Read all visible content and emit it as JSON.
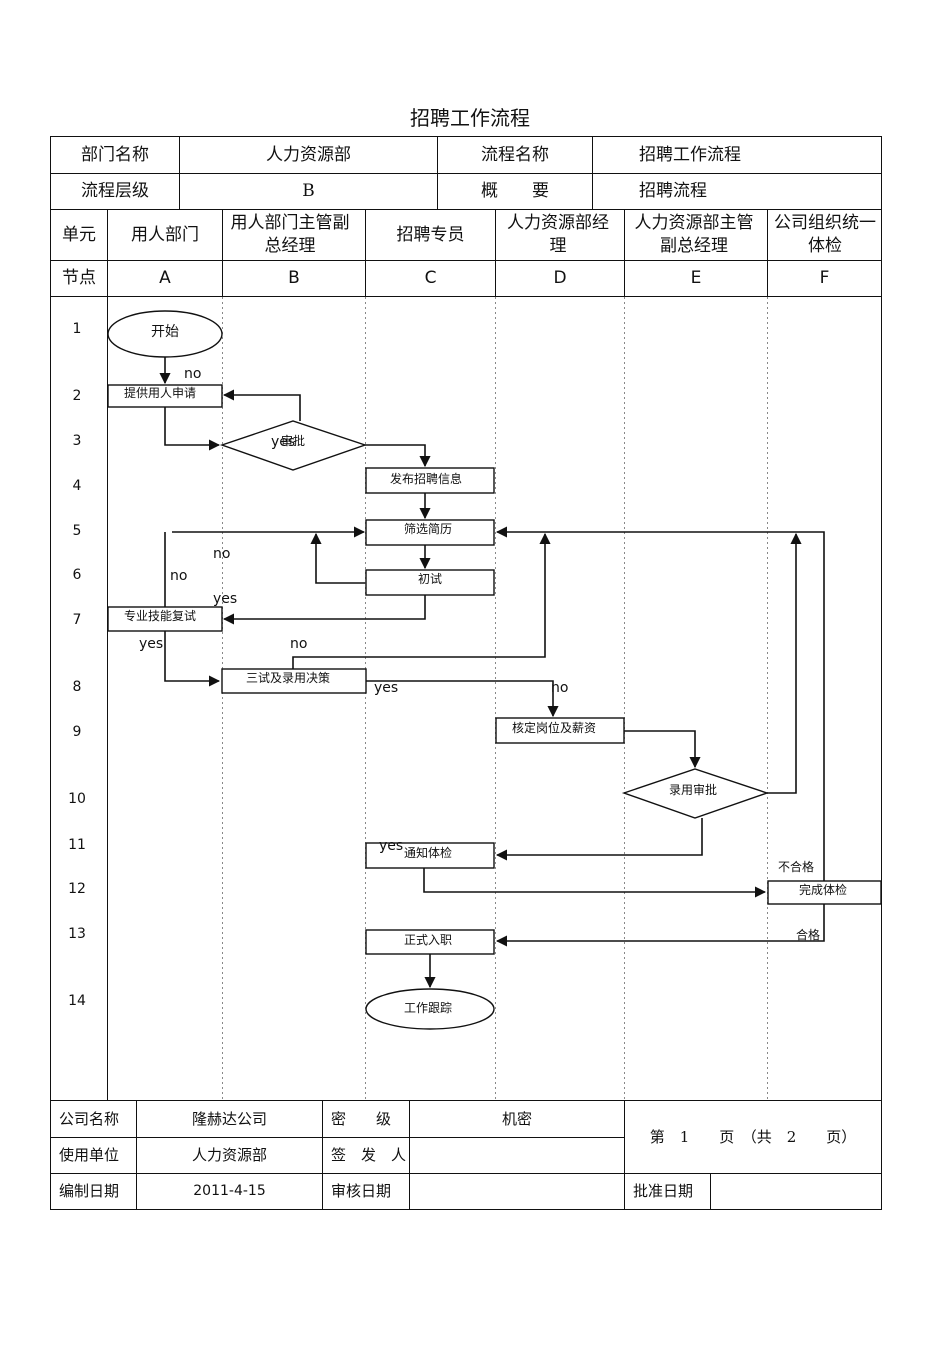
{
  "title": "招聘工作流程",
  "header": {
    "dept_label": "部门名称",
    "dept_value": "人力资源部",
    "flow_label": "流程名称",
    "flow_value": "招聘工作流程",
    "level_label": "流程层级",
    "level_value": "B",
    "summary_label": "概　　要",
    "summary_value": "招聘流程"
  },
  "columns": {
    "unit_label": "单元",
    "node_label": "节点",
    "units": [
      "用人部门",
      "用人部门主管副总经理",
      "招聘专员",
      "人力资源部经理",
      "人力资源部主管副总经理",
      "公司组织统一体检"
    ],
    "codes": [
      "A",
      "B",
      "C",
      "D",
      "E",
      "F"
    ]
  },
  "rows": [
    "1",
    "2",
    "3",
    "4",
    "5",
    "6",
    "7",
    "8",
    "9",
    "10",
    "11",
    "12",
    "13",
    "14"
  ],
  "nodes": {
    "start": "开始",
    "apply": "提供用人申请",
    "approve": "审批",
    "publish": "发布招聘信息",
    "screen": "筛选简历",
    "first": "初试",
    "skill": "专业技能复试",
    "third": "三试及录用决策",
    "salary": "核定岗位及薪资",
    "hire": "录用审批",
    "notify": "通知体检",
    "exam": "完成体检",
    "entry": "正式入职",
    "track": "工作跟踪"
  },
  "labels": {
    "no": "no",
    "yes": "yes",
    "fail": "不合格",
    "pass": "合格"
  },
  "footer": {
    "company_label": "公司名称",
    "company_value": "隆赫达公司",
    "secret_label": "密　　级",
    "secret_value": "机密",
    "page_text": "第　1　　页　（共　2　　页）",
    "unit_label": "使用单位",
    "unit_value": "人力资源部",
    "signer_label": "签　发　人",
    "signer_value": "",
    "date_label": "编制日期",
    "date_value": "2011-4-15",
    "review_label": "审核日期",
    "review_value": "",
    "approve_label": "批准日期",
    "approve_value": ""
  }
}
